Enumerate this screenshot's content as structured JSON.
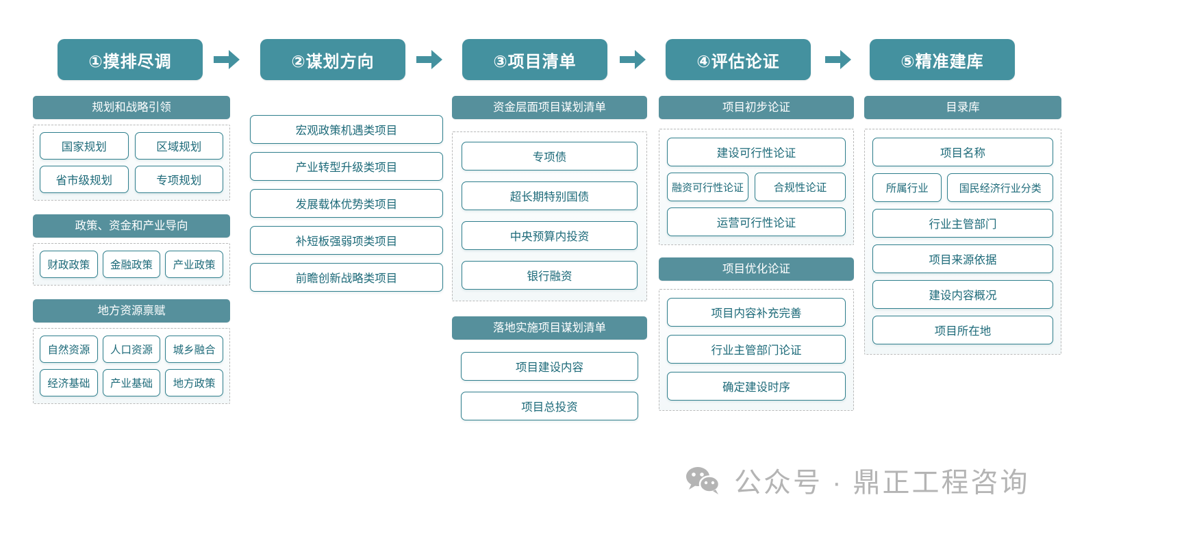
{
  "theme": {
    "stage_bg": "#44919f",
    "band_bg": "#56909c",
    "chip_border": "#2e7e8c",
    "chip_text": "#1d6a79",
    "dashed_border": "#b9b9b9",
    "watermark_color": "#b4b4b4"
  },
  "stages": [
    {
      "label": "①摸排尽调"
    },
    {
      "label": "②谋划方向"
    },
    {
      "label": "③项目清单"
    },
    {
      "label": "④评估论证"
    },
    {
      "label": "⑤精准建库"
    }
  ],
  "arrows": [
    {
      "name": "arrow-1-to-2"
    },
    {
      "name": "arrow-2-to-3"
    },
    {
      "name": "arrow-3-to-4"
    },
    {
      "name": "arrow-4-to-5"
    }
  ],
  "col1": {
    "groups": [
      {
        "band": "规划和战略引领",
        "rows": [
          [
            "国家规划",
            "区域规划"
          ],
          [
            "省市级规划",
            "专项规划"
          ]
        ]
      },
      {
        "band": "政策、资金和产业导向",
        "rows": [
          [
            "财政政策",
            "金融政策",
            "产业政策"
          ]
        ]
      },
      {
        "band": "地方资源禀赋",
        "rows": [
          [
            "自然资源",
            "人口资源",
            "城乡融合"
          ],
          [
            "经济基础",
            "产业基础",
            "地方政策"
          ]
        ]
      }
    ]
  },
  "col2": {
    "items": [
      "宏观政策机遇类项目",
      "产业转型升级类项目",
      "发展载体优势类项目",
      "补短板强弱项类项目",
      "前瞻创新战略类项目"
    ]
  },
  "col3": {
    "groups": [
      {
        "band": "资金层面项目谋划清单",
        "items": [
          "专项债",
          "超长期特别国债",
          "中央预算内投资",
          "银行融资"
        ]
      },
      {
        "band": "落地实施项目谋划清单",
        "items": [
          "项目建设内容",
          "项目总投资"
        ]
      }
    ]
  },
  "col4": {
    "groups": [
      {
        "band": "项目初步论证",
        "rows": [
          [
            "建设可行性论证"
          ],
          [
            "融资可行性论证",
            "合规性论证"
          ],
          [
            "运营可行性论证"
          ]
        ]
      },
      {
        "band": "项目优化论证",
        "rows": [
          [
            "项目内容补充完善"
          ],
          [
            "行业主管部门论证"
          ],
          [
            "确定建设时序"
          ]
        ]
      }
    ]
  },
  "col5": {
    "groups": [
      {
        "band": "目录库",
        "rows": [
          [
            "项目名称"
          ],
          [
            "所属行业",
            "国民经济行业分类"
          ],
          [
            "行业主管部门"
          ],
          [
            "项目来源依据"
          ],
          [
            "建设内容概况"
          ],
          [
            "项目所在地"
          ]
        ]
      }
    ]
  },
  "watermark": {
    "icon": "wechat-icon",
    "text": "公众号 · 鼎正工程咨询"
  }
}
